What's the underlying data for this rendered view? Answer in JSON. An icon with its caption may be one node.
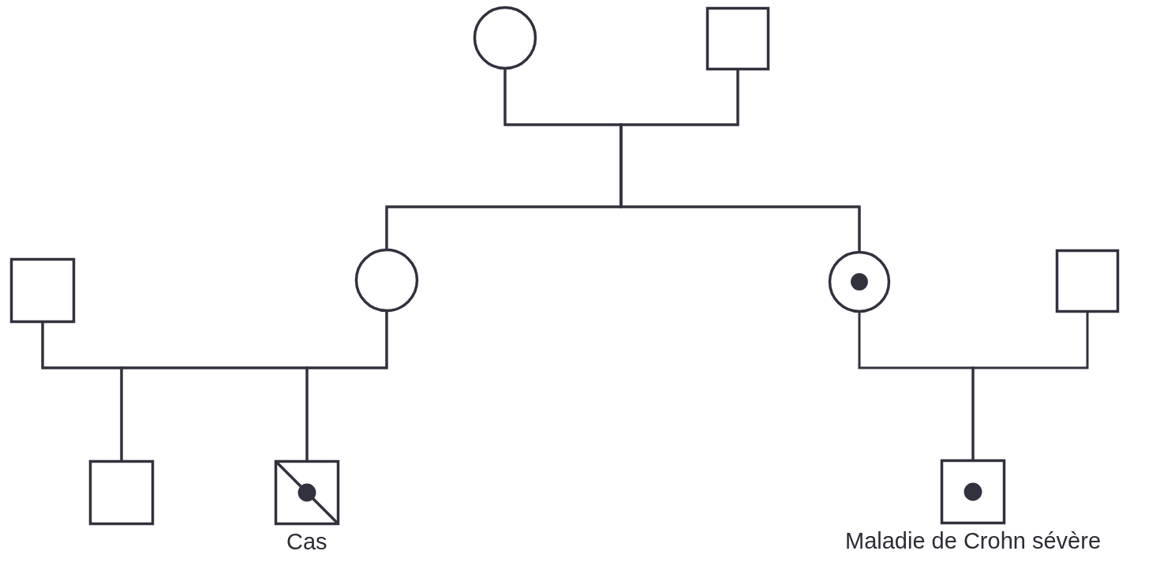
{
  "diagram": {
    "nodes": [
      {
        "text": [],
        "shape": "circle"
      },
      {
        "text": [],
        "shape": "box"
      },
      {
        "text": [],
        "shape": "box"
      },
      {
        "text": [],
        "shape": "circle"
      },
      {
        "text": [],
        "shape": "circle"
      },
      {
        "text": [],
        "shape": "box"
      },
      {
        "text": [],
        "shape": "box"
      },
      {
        "text": [],
        "shape": "box",
        "beside": [
          "Cas"
        ]
      },
      {
        "text": [],
        "shape": "box",
        "beside": [
          "Maladie de Crohn sévère"
        ]
      }
    ],
    "edges": [
      {
        "from": 0,
        "to": 3,
        "arrow": "none"
      },
      {
        "from": 0,
        "to": 4,
        "arrow": "none"
      },
      {
        "from": 1,
        "to": 3,
        "arrow": "none"
      },
      {
        "from": 1,
        "to": 4,
        "arrow": "none"
      },
      {
        "from": 2,
        "to": 6,
        "arrow": "none"
      },
      {
        "from": 2,
        "to": 7,
        "arrow": "none"
      },
      {
        "from": 3,
        "to": 6,
        "arrow": "none"
      },
      {
        "from": 3,
        "to": 7,
        "arrow": "none"
      },
      {
        "from": 4,
        "to": 8,
        "arrow": "none"
      },
      {
        "from": 5,
        "to": 8,
        "arrow": "none"
      }
    ]
  }
}
